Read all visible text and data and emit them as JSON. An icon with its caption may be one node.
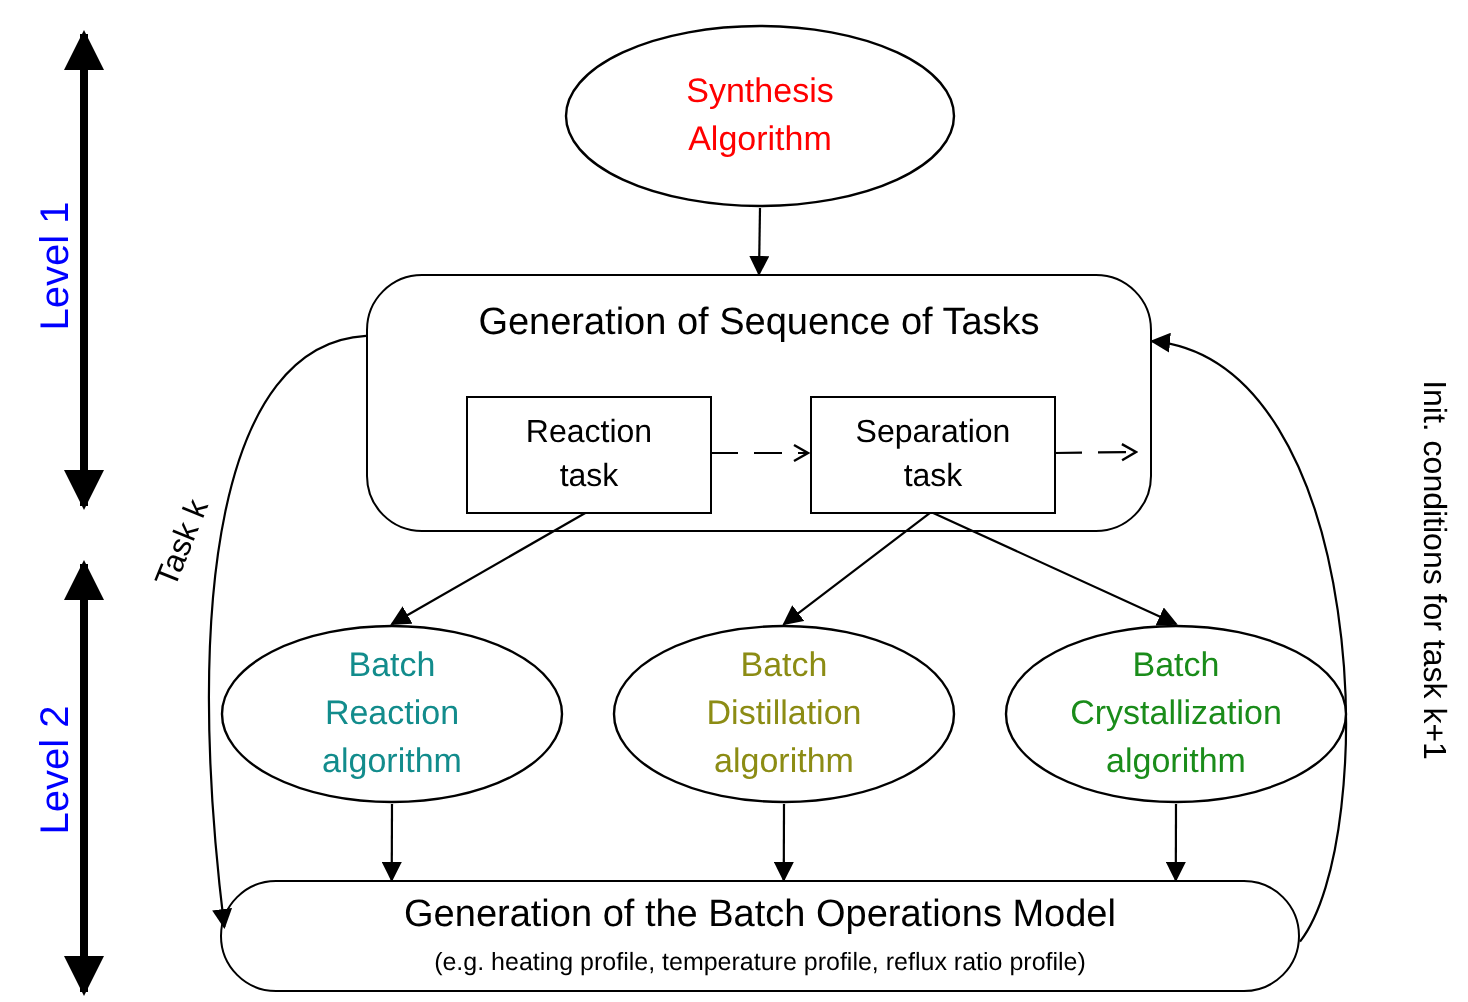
{
  "diagram": {
    "nodes": [
      {
        "text": [
          "Synthesis Algorithm"
        ]
      },
      {
        "text": [
          "Generation of Sequence of Tasks"
        ]
      },
      {
        "text": [
          "Reaction task"
        ],
        "in": 1
      },
      {
        "text": [
          "Separation task"
        ],
        "in": 1
      },
      {
        "text": [
          "Batch Reaction algorithm"
        ]
      },
      {
        "text": [
          "Batch Distillation algorithm"
        ]
      },
      {
        "text": [
          "Batch Crystallization algorithm"
        ]
      },
      {
        "text": [
          "Generation of the Batch Operations Model",
          "(e.g. heating profile, temperature profile, reflux ratio profile)"
        ]
      }
    ],
    "edges": [
      {
        "from": 0,
        "to": 1,
        "arrow": "to"
      },
      {
        "from": 2,
        "to": 3,
        "arrow": "to",
        "style": "dashed"
      },
      {
        "from": 3,
        "to": null,
        "arrow": "to",
        "style": "dashed"
      },
      {
        "from": 2,
        "to": 4,
        "arrow": "to"
      },
      {
        "from": 3,
        "to": 5,
        "arrow": "to"
      },
      {
        "from": 3,
        "to": 6,
        "arrow": "to"
      },
      {
        "from": 4,
        "to": 7,
        "arrow": "to"
      },
      {
        "from": 5,
        "to": 7,
        "arrow": "to"
      },
      {
        "from": 6,
        "to": 7,
        "arrow": "to"
      },
      {
        "from": 1,
        "to": 7,
        "arrow": "to",
        "label": "Task k"
      },
      {
        "from": 7,
        "to": 1,
        "arrow": "to",
        "label": "Init. conditions for task k+1"
      }
    ],
    "labels": [
      "Level 1",
      "Level 2"
    ]
  }
}
